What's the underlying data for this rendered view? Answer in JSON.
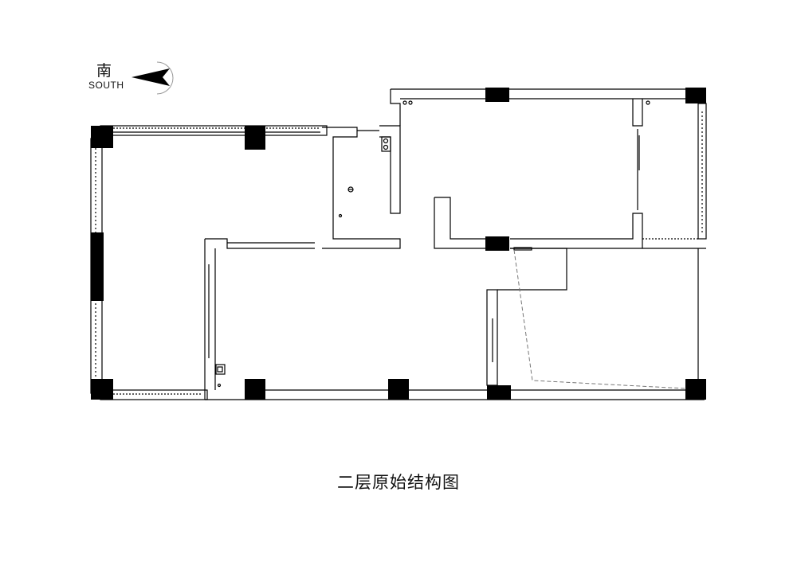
{
  "compass": {
    "label_cn": "南",
    "label_en": "SOUTH",
    "icon": "north-arrow-icon"
  },
  "title": "二层原始结构图",
  "colors": {
    "wall": "#000000",
    "column": "#000000",
    "background": "#ffffff",
    "dashed_line": "#777777"
  }
}
